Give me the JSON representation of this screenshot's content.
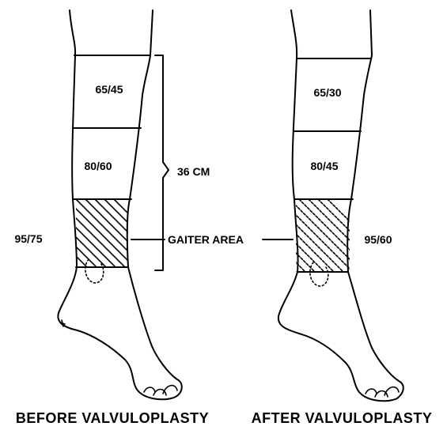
{
  "before": {
    "upper_band": "65/45",
    "middle_band": "80/60",
    "gaiter_band": "95/75",
    "caption": "BEFORE VALVULOPLASTY"
  },
  "after": {
    "upper_band": "65/30",
    "middle_band": "80/45",
    "gaiter_band": "95/60",
    "caption": "AFTER VALVULOPLASTY"
  },
  "annotations": {
    "length": "36 CM",
    "gaiter": "GAITER AREA"
  }
}
